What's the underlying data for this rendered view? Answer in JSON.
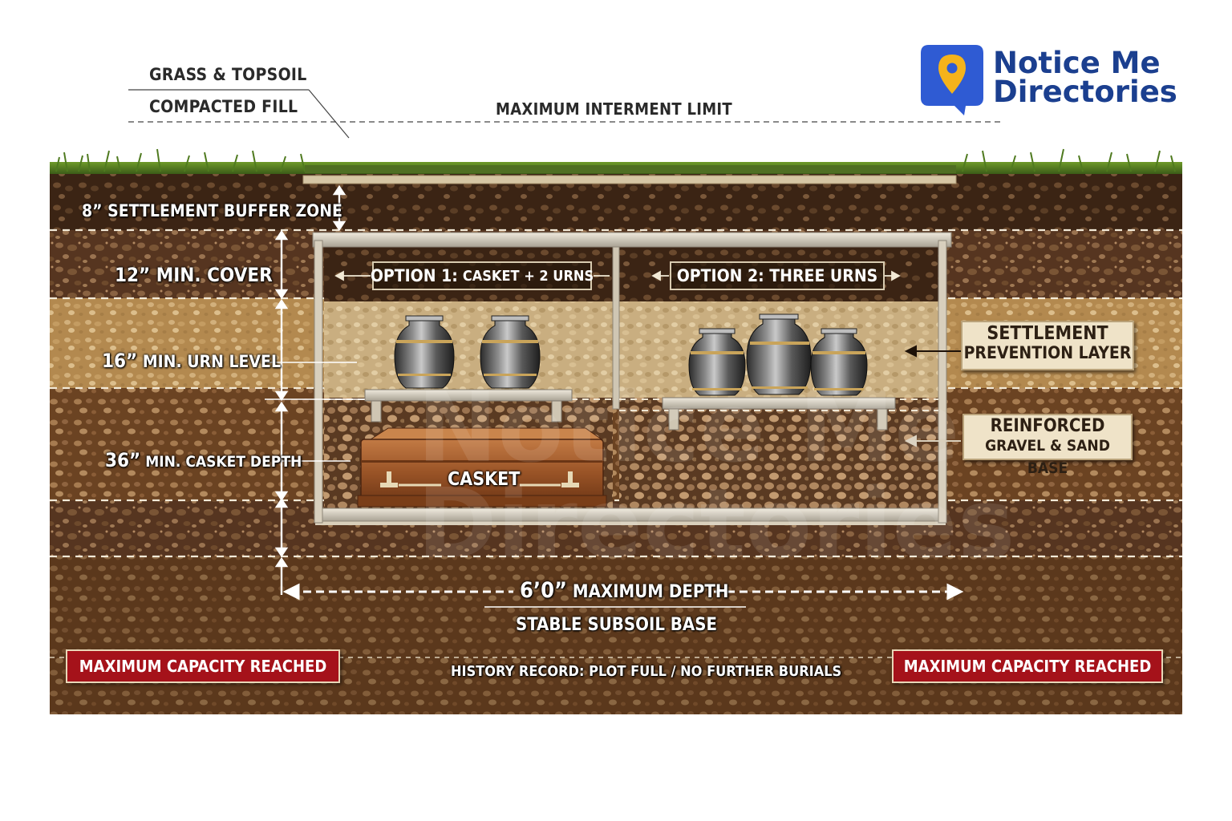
{
  "header": {
    "grass_label": "GRASS & TOPSOIL",
    "fill_label": "COMPACTED FILL",
    "interment_limit": "MAXIMUM INTERMENT LIMIT"
  },
  "logo": {
    "line1": "Notice Me",
    "line2": "Directories",
    "icon": "map-pin-icon",
    "brand_color": "#1b3f8f",
    "icon_color": "#2f5bd3",
    "pin_color": "#f5b31b"
  },
  "depth_labels": {
    "buffer": "8” SETTLEMENT BUFFER ZONE",
    "cover_num": "12”",
    "cover_text": " MIN. COVER",
    "urn_num": "16”",
    "urn_text": " MIN. URN LEVEL",
    "casket_num": "36”",
    "casket_text": " MIN. CASKET DEPTH"
  },
  "options": {
    "option1_main": "OPTION 1:",
    "option1_sub": "CASKET + 2 URNS",
    "option2": "OPTION 2: THREE URNS"
  },
  "casket_label": "CASKET",
  "notes": {
    "settlement_line1": "SETTLEMENT",
    "settlement_line2": "PREVENTION LAYER",
    "gravel_line1": "REINFORCED",
    "gravel_line2": "GRAVEL & SAND BASE"
  },
  "bottom": {
    "max_depth_num": "6’0”",
    "max_depth_text": " MAXIMUM DEPTH",
    "subsoil": "STABLE SUBSOIL BASE",
    "capacity_left": "MAXIMUM CAPACITY REACHED",
    "capacity_right": "MAXIMUM CAPACITY REACHED",
    "history": "HISTORY RECORD: PLOT FULL / NO FURTHER BURIALS"
  },
  "watermark": {
    "line1": "Notice Me",
    "line2": "Directories"
  },
  "colors": {
    "soil_dark": "#4a2c17",
    "sand": "#b48d57",
    "alert_red": "#a5121a",
    "note_bg": "#efe3c8"
  }
}
